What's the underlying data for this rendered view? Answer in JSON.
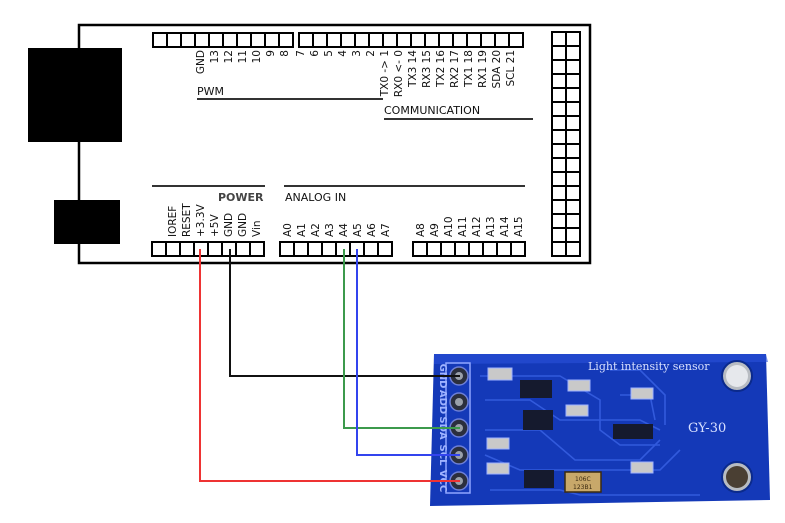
{
  "diagram": {
    "title": "Arduino Mega to GY-30 light intensity sensor wiring",
    "arduino": {
      "sections": {
        "pwm": "PWM",
        "communication": "COMMUNICATION",
        "power": "POWER",
        "analog_in": "ANALOG IN"
      },
      "top_header_left_pins": [
        "GND",
        "13",
        "12",
        "11",
        "10",
        "9",
        "8"
      ],
      "top_header_digital_pins": [
        "7",
        "6",
        "5",
        "4",
        "3",
        "2",
        "TX0 -> 1",
        "RX0 <- 0"
      ],
      "top_header_comm_pins": [
        "TX3 14",
        "RX3 15",
        "TX2 16",
        "RX2 17",
        "TX1 18",
        "RX1 19",
        "SDA 20",
        "SCL 21"
      ],
      "power_pins": [
        "IOREF",
        "RESET",
        "+3.3V",
        "+5V",
        "GND",
        "GND",
        "Vin"
      ],
      "analog_pins_low": [
        "A0",
        "A1",
        "A2",
        "A3",
        "A4",
        "A5",
        "A6",
        "A7"
      ],
      "analog_pins_high": [
        "A8",
        "A9",
        "A10",
        "A11",
        "A12",
        "A13",
        "A14",
        "A15"
      ]
    },
    "sensor": {
      "title": "Light intensity sensor",
      "model": "GY-30",
      "pins": [
        "GND",
        "ADD",
        "SDA",
        "SCL",
        "VCC"
      ],
      "capacitor_text": [
        "106C",
        "123B1"
      ]
    },
    "wires": [
      {
        "name": "vcc-wire",
        "from": "+3.3V",
        "to": "VCC",
        "color": "#ee3333"
      },
      {
        "name": "gnd-wire",
        "from": "GND",
        "to": "GND",
        "color": "#111111"
      },
      {
        "name": "sda-wire",
        "from": "A4",
        "to": "SDA",
        "color": "#3c9a4c"
      },
      {
        "name": "scl-wire",
        "from": "A5",
        "to": "SCL",
        "color": "#3344ee"
      }
    ],
    "colors": {
      "board_outline": "#000000",
      "pcb_blue": "#1238b8",
      "pcb_dark": "#0b2a8c"
    }
  }
}
